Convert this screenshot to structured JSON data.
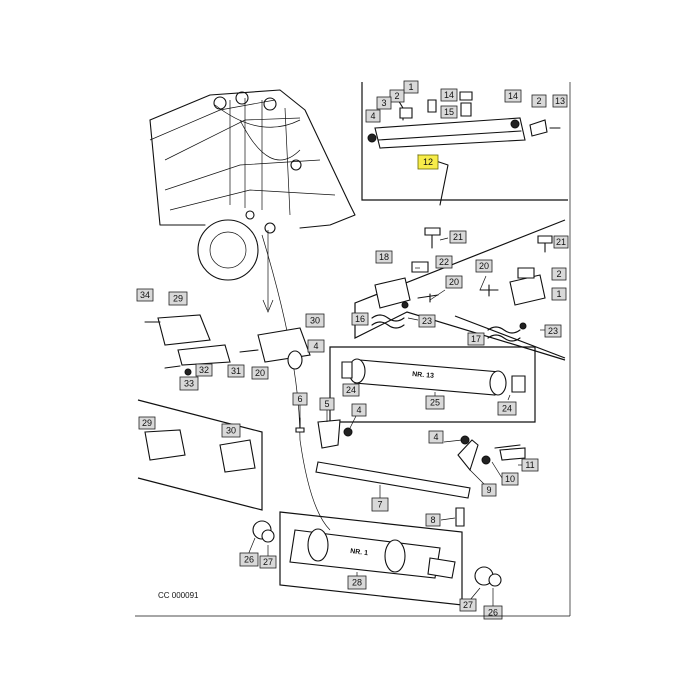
{
  "figure_code": "CC 000091",
  "roller_labels": {
    "upper": "NR. 13",
    "lower": "NR. 1"
  },
  "callouts": {
    "c_1_top": "1",
    "c_2_top": "2",
    "c_3_top": "3",
    "c_4_top": "4",
    "c_14_a": "14",
    "c_15": "15",
    "c_14_b": "14",
    "c_2_right": "2",
    "c_13": "13",
    "c_12": "12",
    "c_21_a": "21",
    "c_21_b": "21",
    "c_18": "18",
    "c_22_a": "22",
    "c_22_b": "2",
    "c_20_a": "20",
    "c_20_b": "20",
    "c_19": "1",
    "c_23_a": "23",
    "c_23_b": "23",
    "c_16": "16",
    "c_17": "17",
    "c_34": "34",
    "c_29_a": "29",
    "c_32": "32",
    "c_33": "33",
    "c_31": "31",
    "c_20_c": "20",
    "c_30_a": "30",
    "c_4_left": "4",
    "c_29_b": "29",
    "c_30_b": "30",
    "c_24_a": "24",
    "c_25": "25",
    "c_24_b": "24",
    "c_6": "6",
    "c_5": "5",
    "c_4_mid": "4",
    "c_4_right": "4",
    "c_11": "11",
    "c_10": "10",
    "c_9": "9",
    "c_7": "7",
    "c_8": "8",
    "c_26_a": "26",
    "c_27_a": "27",
    "c_28": "28",
    "c_27_b": "27",
    "c_26_b": "26"
  }
}
